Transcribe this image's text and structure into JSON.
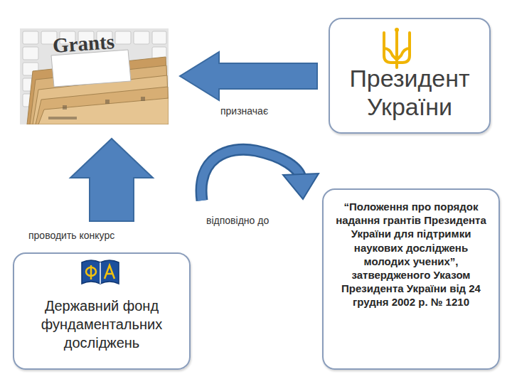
{
  "diagram": {
    "nodes": [
      {
        "text": [
          "Grants"
        ]
      },
      {
        "text": [
          "Президент України"
        ]
      },
      {
        "text": [
          "“Положення про порядок надання грантів Президента України для підтримки наукових досліджень молодих учених”, затвердженого Указом Президента України від 24 грудня 2002 р. № 1210"
        ]
      },
      {
        "text": [
          "Державний фонд фундаментальних досліджень"
        ]
      }
    ],
    "edges": [
      {
        "from": 1,
        "to": 0,
        "arrow": "to",
        "label": "призначає"
      },
      {
        "from": 3,
        "to": 0,
        "arrow": "to",
        "label": "проводить конкурс"
      }
    ],
    "labels": [
      "відповідно до"
    ]
  }
}
